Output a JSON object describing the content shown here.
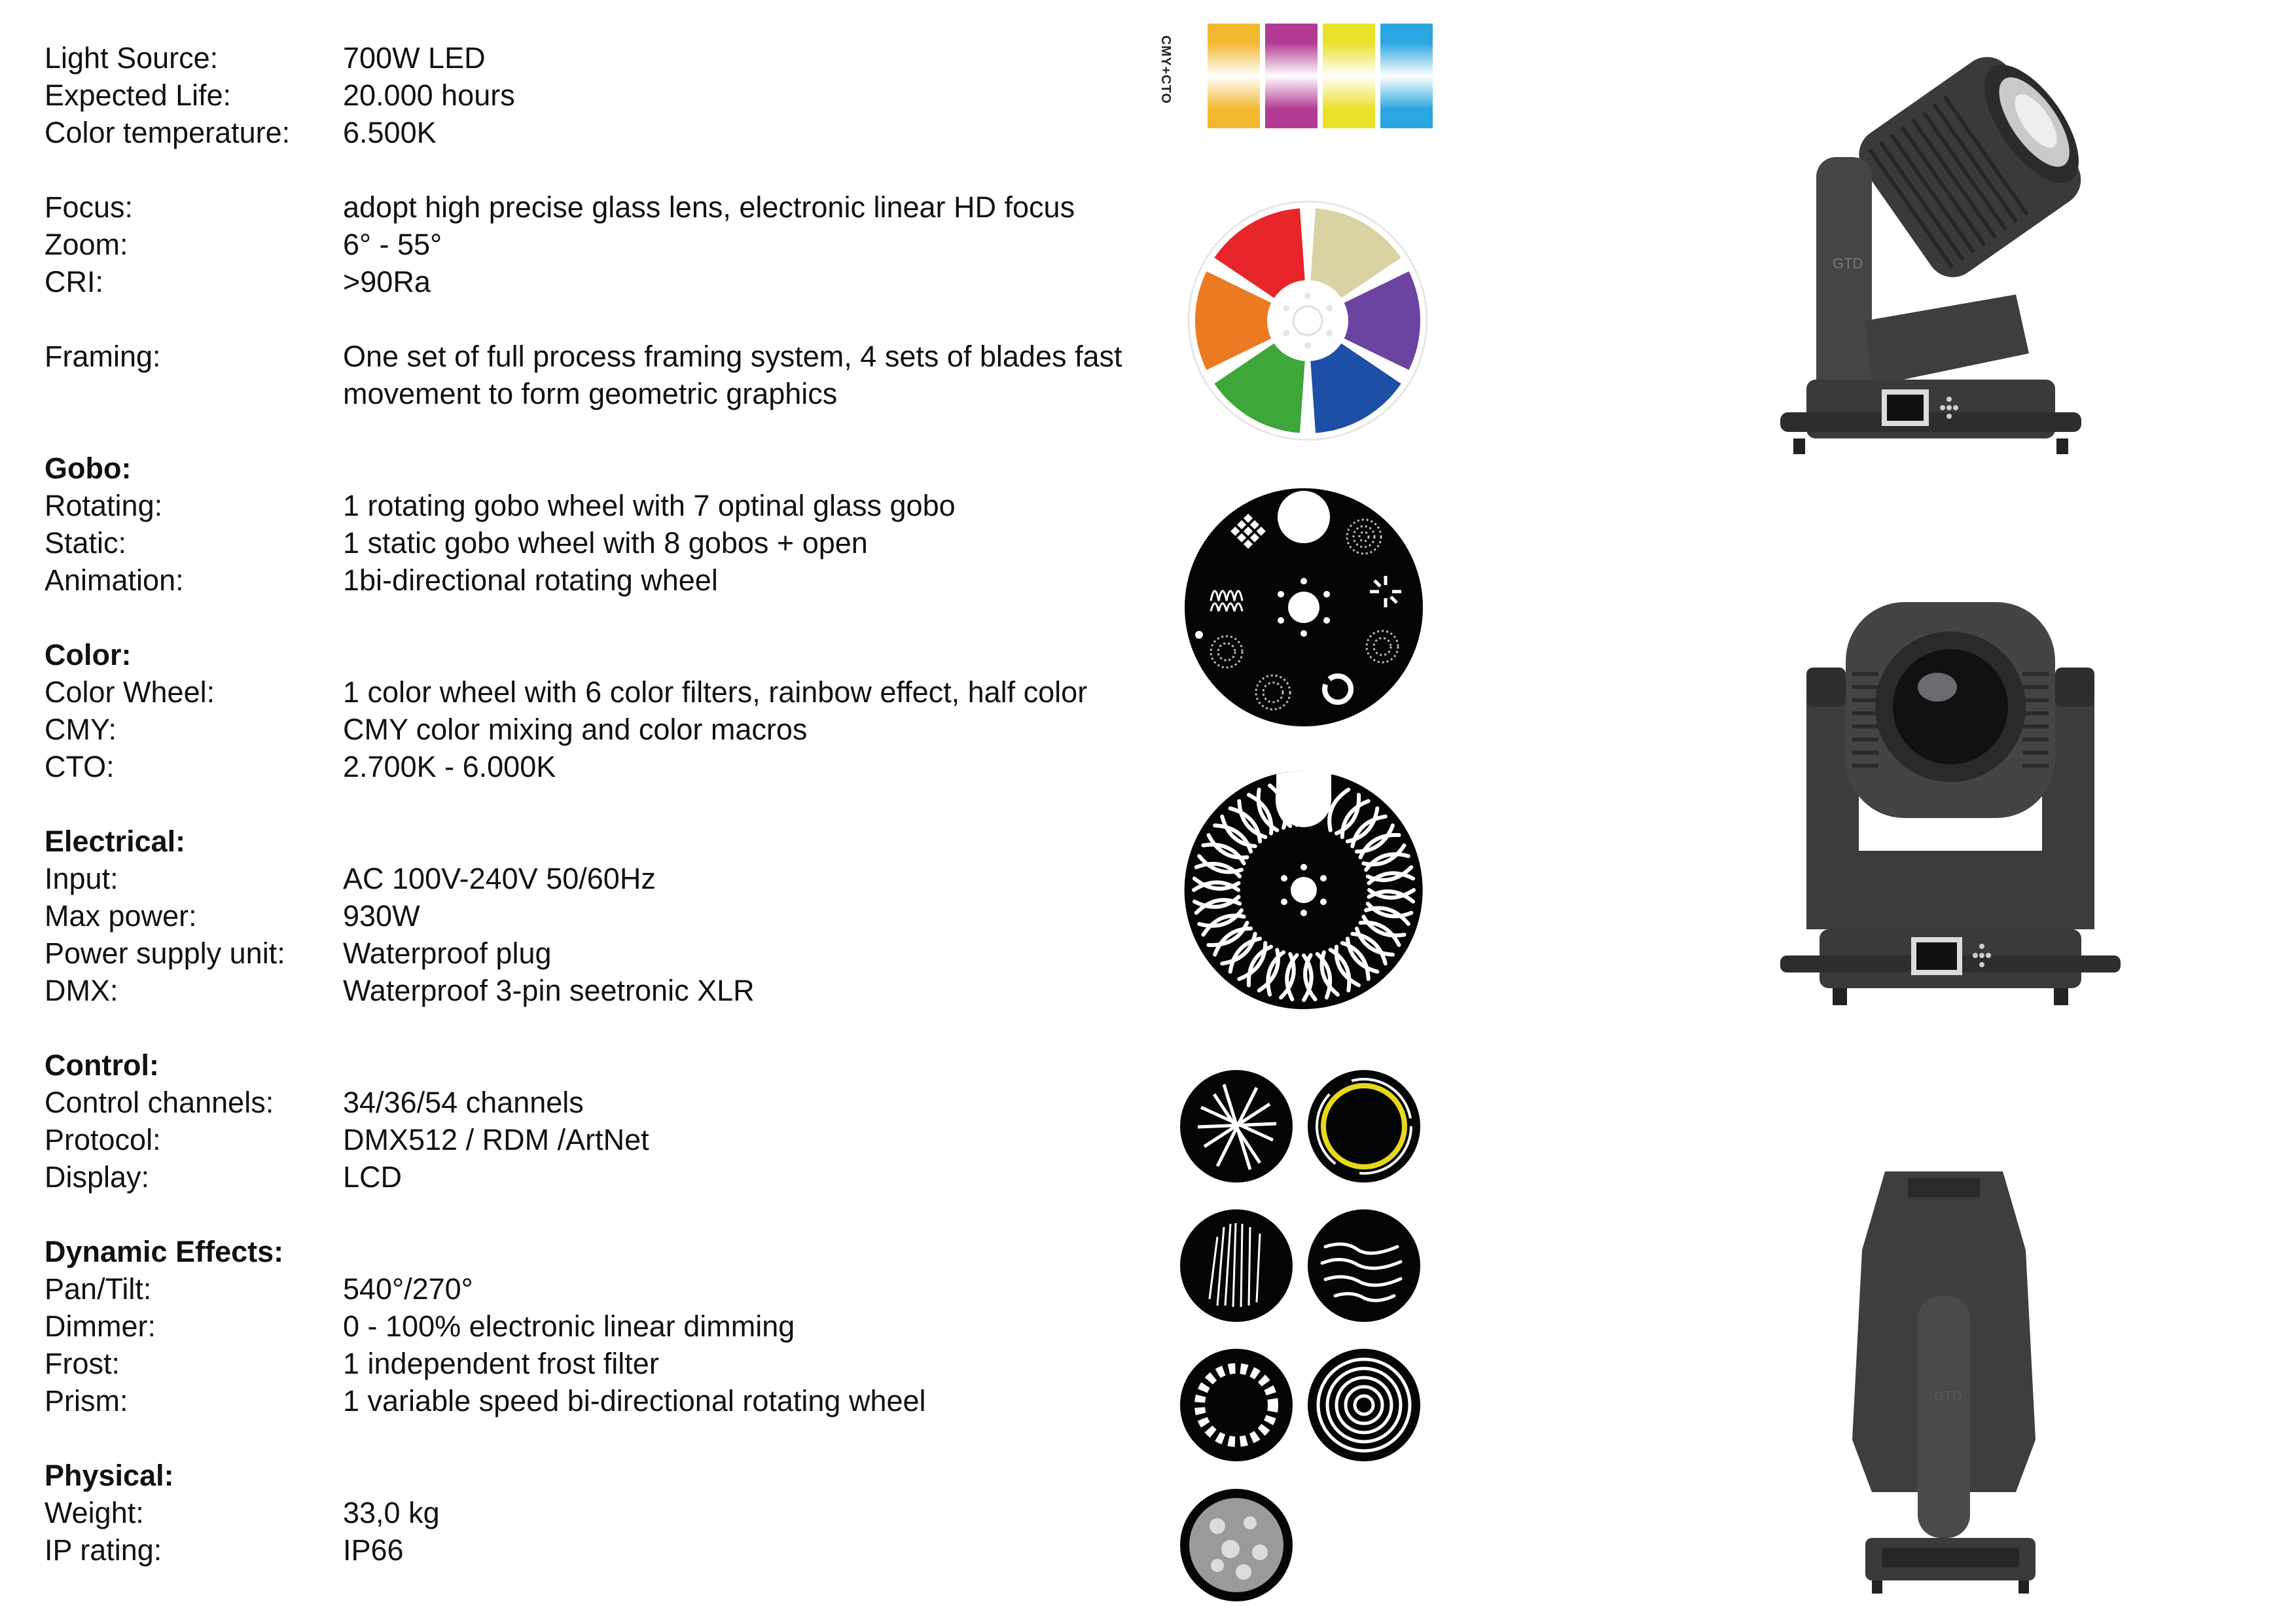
{
  "specs": {
    "light_source": {
      "label": "Light Source:",
      "value": "700W LED"
    },
    "expected_life": {
      "label": "Expected Life:",
      "value": "20.000 hours"
    },
    "color_temperature": {
      "label": "Color temperature:",
      "value": "6.500K"
    },
    "focus": {
      "label": "Focus:",
      "value": "adopt high precise glass lens, electronic linear HD focus"
    },
    "zoom": {
      "label": "Zoom:",
      "value": "6° - 55°"
    },
    "cri": {
      "label": "CRI:",
      "value": ">90Ra"
    },
    "framing": {
      "label": "Framing:",
      "value": "One set of full process framing system, 4 sets of blades fast movement to form geometric graphics"
    },
    "gobo": {
      "heading": "Gobo:",
      "rotating": {
        "label": "Rotating:",
        "value": "1 rotating gobo wheel with 7 optinal glass gobo"
      },
      "static": {
        "label": "Static:",
        "value": "1 static gobo wheel with 8 gobos + open"
      },
      "animation": {
        "label": "Animation:",
        "value": "1bi-directional rotating wheel"
      }
    },
    "color": {
      "heading": "Color:",
      "color_wheel": {
        "label": "Color Wheel:",
        "value": "1 color wheel with 6 color filters, rainbow effect, half color"
      },
      "cmy": {
        "label": "CMY:",
        "value": "CMY color mixing and color macros"
      },
      "cto": {
        "label": "CTO:",
        "value": "2.700K - 6.000K"
      }
    },
    "electrical": {
      "heading": "Electrical:",
      "input": {
        "label": "Input:",
        "value": "AC 100V-240V 50/60Hz"
      },
      "max_power": {
        "label": "Max power:",
        "value": "930W"
      },
      "psu": {
        "label": "Power supply unit:",
        "value": "Waterproof plug"
      },
      "dmx": {
        "label": "DMX:",
        "value": "Waterproof 3-pin seetronic XLR"
      }
    },
    "control": {
      "heading": "Control:",
      "channels": {
        "label": "Control channels:",
        "value": "34/36/54 channels"
      },
      "protocol": {
        "label": "Protocol:",
        "value": "DMX512 / RDM /ArtNet"
      },
      "display": {
        "label": "Display:",
        "value": "LCD"
      }
    },
    "dynamic": {
      "heading": "Dynamic Effects:",
      "pan_tilt": {
        "label": "Pan/Tilt:",
        "value": "540°/270°"
      },
      "dimmer": {
        "label": "Dimmer:",
        "value": "0 - 100% electronic linear dimming"
      },
      "frost": {
        "label": "Frost:",
        "value": "1 independent frost filter"
      },
      "prism": {
        "label": "Prism:",
        "value": "1 variable speed bi-directional rotating wheel"
      }
    },
    "physical": {
      "heading": "Physical:",
      "weight": {
        "label": "Weight:",
        "value": "33,0 kg"
      },
      "ip": {
        "label": "IP rating:",
        "value": "IP66"
      }
    }
  },
  "cmy_cto": {
    "label": "CMY+CTO",
    "colors": [
      "#f2b830",
      "#b23a93",
      "#e9e12a",
      "#2aa6e0"
    ]
  },
  "color_wheel_colors": [
    "#e8252a",
    "#d9d2a3",
    "#ec7a22",
    "#6b43a0",
    "#3fa73a",
    "#1d4fa6"
  ],
  "product_logo": "GTD"
}
